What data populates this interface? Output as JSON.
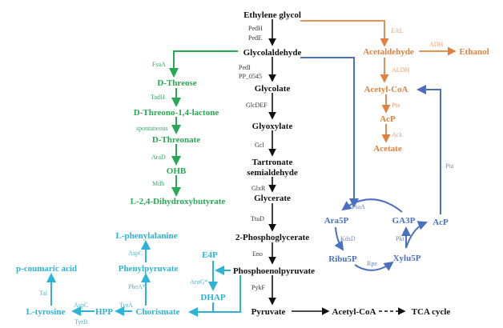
{
  "colors": {
    "main": "#111111",
    "threose": "#27a853",
    "ethanol": "#e0823e",
    "pentose": "#4a70c0",
    "aromatic": "#2cb3d6"
  },
  "main": {
    "ethylene_glycol": "Ethylene glycol",
    "pedh": "PedH",
    "pede": "PedE",
    "glycolaldehyde": "Glycolaldehyde",
    "pedi": "PedI",
    "pp0545": "PP_0545",
    "glycolate": "Glycolate",
    "glcdef": "GlcDEF",
    "glyoxylate": "Glyoxylate",
    "gcl": "Gcl",
    "tartronate1": "Tartronate",
    "tartronate2": "semialdehyde",
    "glxr": "GlxR",
    "glycerate": "Glycerate",
    "ttud": "TtuD",
    "pg2": "2-Phosphoglycerate",
    "eno": "Eno",
    "pep": "Phosphoenolpyruvate",
    "pykf": "PykF",
    "pyruvate": "Pyruvate",
    "acetylcoa": "Acetyl-CoA",
    "tca": "TCA cycle"
  },
  "green": {
    "fsaa": "FsaA",
    "threose": "D-Threose",
    "tadh": "TadH",
    "lactone": "D-Threono-1,4-lactone",
    "spontaneous": "spontaneous",
    "threonate": "D-Threonate",
    "arad": "AraD",
    "ohb": "OHB",
    "mdh": "Mdh",
    "dhb": "L-2,4-Dihydroxybutyrate"
  },
  "orange": {
    "eal": "EAL",
    "acetaldehyde": "Acetaldehyde",
    "adh": "ADH",
    "ethanol": "Ethanol",
    "aldh": "ALDH",
    "acetylcoa": "Acetyl-CoA",
    "pta": "Pta",
    "acp": "AcP",
    "ack": "Ack",
    "acetate": "Acetate"
  },
  "blue": {
    "fsaa": "FsaA",
    "ara5p": "Ara5P",
    "ga3p": "GA3P",
    "acp": "AcP",
    "kdsd": "KdsD",
    "pkt": "Pkt",
    "ribu5p": "Ribu5P",
    "rpe": "Rpe",
    "xylu5p": "Xylu5P",
    "pta": "Pta"
  },
  "cyan": {
    "phe": "L-phenylalanine",
    "aspc1": "AspC",
    "phenylpyruvate": "Phenylpyruvate",
    "phea": "PheA*",
    "e4p": "E4P",
    "arog": "AroG*",
    "dhap": "DHAP",
    "coumaric": "p-coumaric acid",
    "tal": "Tal",
    "tyrosine": "L-tyrosine",
    "aspc2": "AspC",
    "tyrb": "TyrB",
    "hpp": "HPP",
    "tyra": "TyrA",
    "chorismate": "Chorismate"
  }
}
